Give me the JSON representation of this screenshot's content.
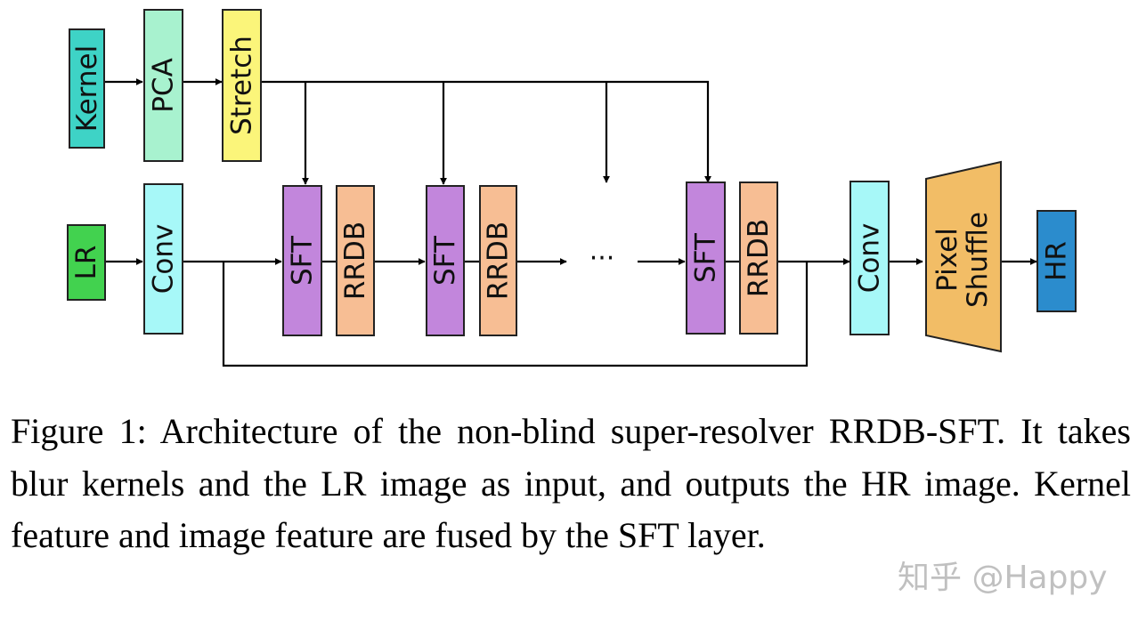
{
  "diagram": {
    "blocks": {
      "kernel": "Kernel",
      "pca": "PCA",
      "stretch": "Stretch",
      "lr": "LR",
      "conv1": "Conv",
      "sft1": "SFT",
      "rrdb1": "RRDB",
      "sft2": "SFT",
      "rrdb2": "RRDB",
      "ellipsis": "···",
      "sft3": "SFT",
      "rrdb3": "RRDB",
      "conv2": "Conv",
      "pixel_shuffle_line1": "Pixel",
      "pixel_shuffle_line2": "Shuffle",
      "hr": "HR"
    },
    "colors": {
      "kernel": "#3ed3c6",
      "pca": "#a8f2cf",
      "stretch": "#fbf57a",
      "lr": "#42d24f",
      "conv": "#a7f8f8",
      "sft": "#c286dc",
      "rrdb": "#f7be94",
      "pixel_shuffle": "#f2bd66",
      "hr": "#2b8ccd"
    }
  },
  "caption": "Figure 1:  Architecture of the non-blind super-resolver RRDB-SFT. It takes blur kernels and the LR image as input, and outputs the HR image.  Kernel feature and image feature are fused by the SFT layer.",
  "watermark": "知乎 @Happy"
}
